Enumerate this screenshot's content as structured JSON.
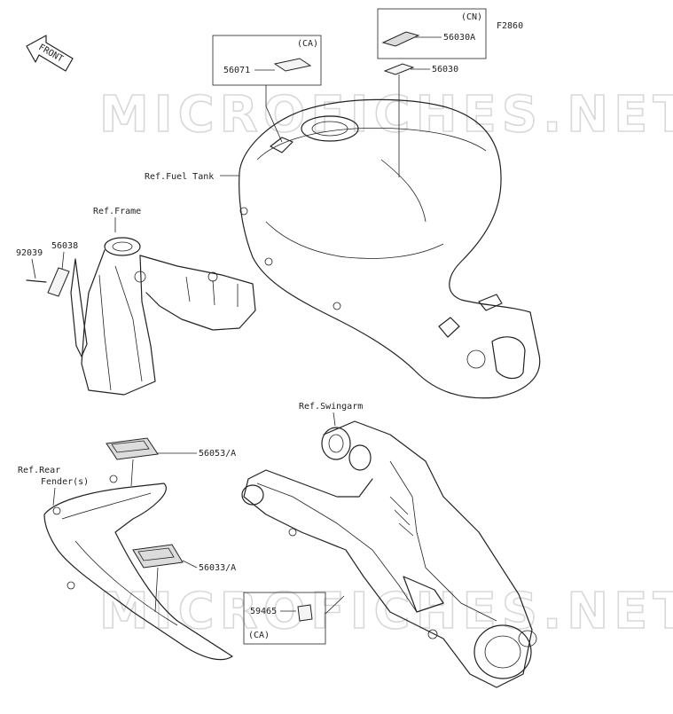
{
  "diagram": {
    "code": "F2860",
    "front_label": "FRONT",
    "watermark": "MICROFICHES.NET",
    "boxes": {
      "ca_top": "(CA)",
      "cn_top": "(CN)",
      "ca_bottom": "(CA)"
    },
    "references": {
      "fuel_tank": "Ref.Fuel Tank",
      "frame": "Ref.Frame",
      "swingarm": "Ref.Swingarm",
      "rear_fender_line1": "Ref.Rear",
      "rear_fender_line2": "Fender(s)"
    },
    "parts": {
      "p56071": "56071",
      "p56030A": "56030A",
      "p56030": "56030",
      "p92039": "92039",
      "p56038": "56038",
      "p56053A": "56053/A",
      "p56033A": "56033/A",
      "p59465": "59465"
    }
  }
}
